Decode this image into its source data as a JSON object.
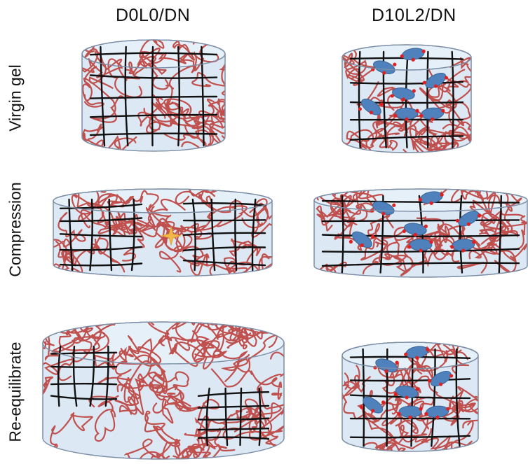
{
  "columns": [
    {
      "title": "D0L0/DN"
    },
    {
      "title": "D10L2/DN"
    }
  ],
  "rows": [
    {
      "label": "Virgin gel"
    },
    {
      "label": "Compression"
    },
    {
      "label": "Re-equilibrate"
    }
  ],
  "colors": {
    "gel_fill": "#dce9f5",
    "gel_stroke": "#7d8fa6",
    "chain": "#c0504d",
    "network": "#111111",
    "particle": "#4f81bd",
    "crosslink": "#e02020",
    "fracture": "#f2b84b"
  }
}
